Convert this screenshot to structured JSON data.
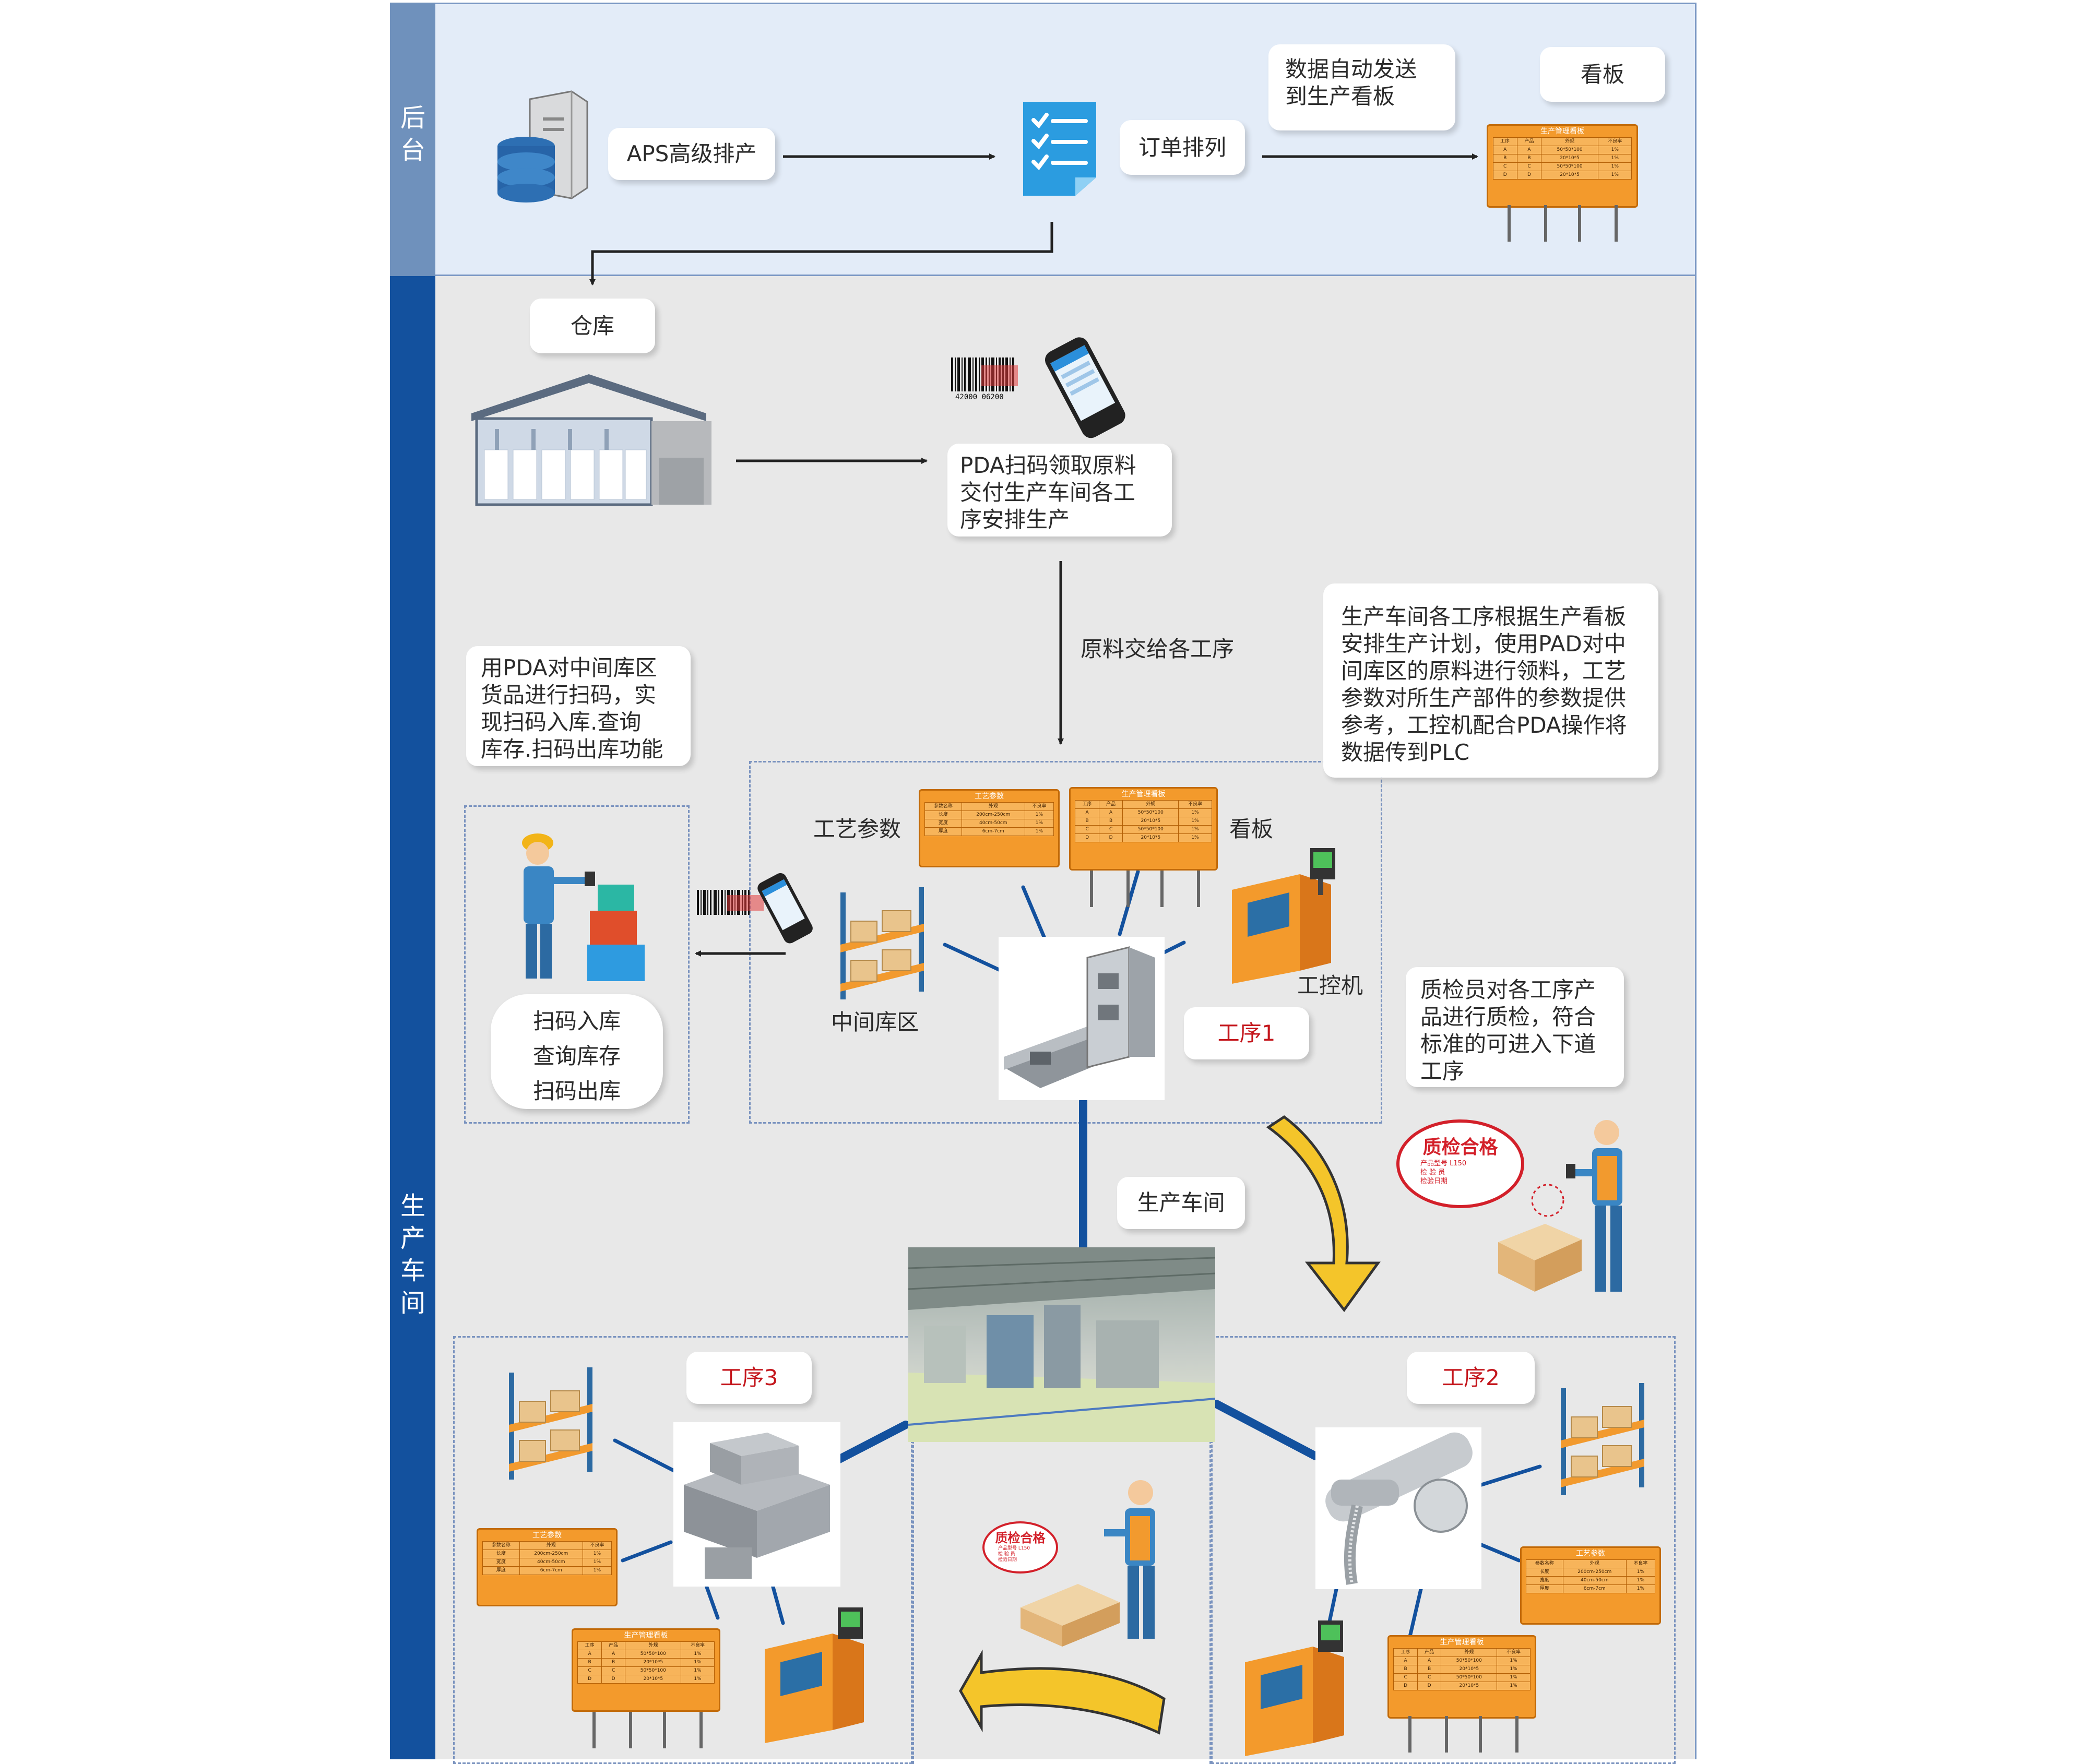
{
  "lanes": {
    "backend": "后台",
    "workshop": "生产车间"
  },
  "colors": {
    "lane_dark": "#13519e",
    "lane_light": "#6f91bc",
    "backend_bg": "#e3ecf8",
    "workshop_bg": "#e8e8e8",
    "accent_red": "#c4161c",
    "board_orange": "#f39a2c",
    "arrow_yellow": "#f4c52a"
  },
  "backend": {
    "aps_label": "APS高级排产",
    "order_label": "订单排列",
    "auto_send_label": "数据自动发送\n到生产看板",
    "kanban_label": "看板"
  },
  "warehouse": {
    "label": "仓库",
    "pda_text": "PDA扫码领取原料\n交付生产车间各工\n序安排生产",
    "barcode_number": "42000 06200"
  },
  "flow": {
    "raw_material_label": "原料交给各工序"
  },
  "notes": {
    "intermediate": "用PDA对中间库区\n货品进行扫码，实\n现扫码入库.查询\n库存.扫码出库功能",
    "workshop_plan": "生产车间各工序根据生产看板\n安排生产计划，使用PAD对中\n间库区的原料进行领料，工艺\n参数对所生产部件的参数提供\n参考，工控机配合PDA操作将\n数据传到PLC",
    "quality": "质检员对各工序产\n品进行质检，符合\n标准的可进入下道\n工序"
  },
  "functions": [
    "扫码入库",
    "查询库存",
    "扫码出库"
  ],
  "labels": {
    "process_params": "工艺参数",
    "kanban": "看板",
    "intermediate_store": "中间库区",
    "ipc": "工控机",
    "process1": "工序1",
    "workshop": "生产车间",
    "process2": "工序2",
    "process3": "工序3"
  },
  "boards": {
    "params_title": "工艺参数",
    "params_header": [
      "参数名称",
      "外观",
      "不良率"
    ],
    "params_rows": [
      [
        "长度",
        "200cm-250cm",
        "1%"
      ],
      [
        "宽度",
        "40cm-50cm",
        "1%"
      ],
      [
        "厚度",
        "6cm-7cm",
        "1%"
      ]
    ],
    "kanban_title": "生产管理看板",
    "kanban_header": [
      "工序",
      "产品",
      "外规",
      "不良率"
    ],
    "kanban_rows": [
      [
        "A",
        "A",
        "50*50*100",
        "1%"
      ],
      [
        "B",
        "B",
        "20*10*5",
        "1%"
      ],
      [
        "C",
        "C",
        "50*50*100",
        "1%"
      ],
      [
        "D",
        "D",
        "20*10*5",
        "1%"
      ]
    ]
  },
  "qc_seal": {
    "title": "质检合格",
    "fields": [
      "产品型号 L150",
      "检 验 员",
      "检验日期"
    ],
    "small_title": "质检合格",
    "small_fields": [
      "产品型号 L150",
      "检 验 员",
      "检验日期"
    ]
  },
  "icons": [
    "server-database-icon",
    "checklist-icon",
    "warehouse-icon",
    "barcode-icon",
    "pda-phone-icon",
    "shelf-icon",
    "worker-scanner-icon",
    "industrial-pc-icon",
    "bracket-part-icon",
    "mold-part-icon",
    "pipe-fitting-icon",
    "factory-photo-icon",
    "qc-inspector-icon",
    "curved-arrow-icon"
  ]
}
